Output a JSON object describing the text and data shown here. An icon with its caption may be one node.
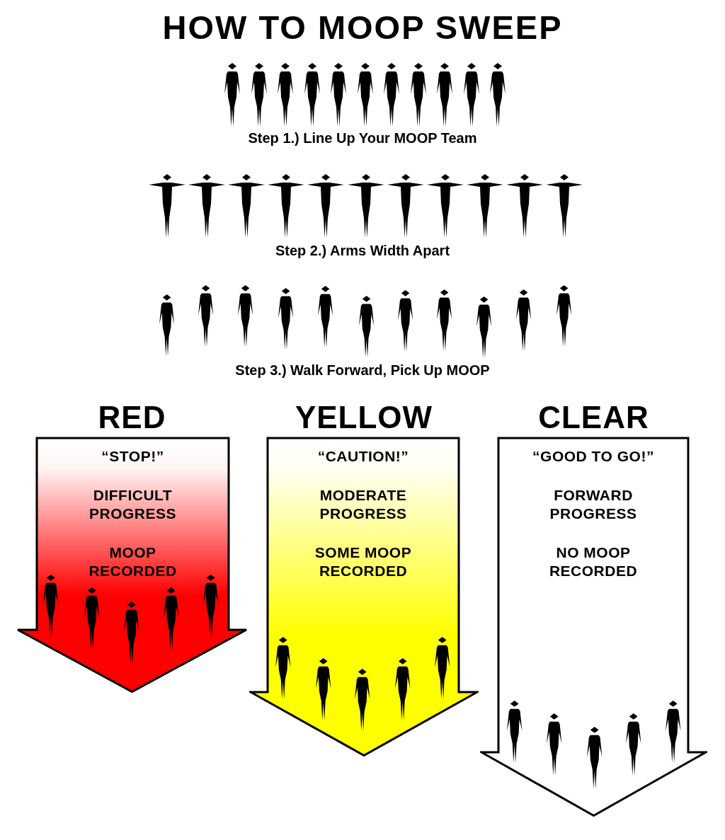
{
  "diagram": {
    "title": "HOW TO MOOP SWEEP",
    "nodes": [
      {
        "text": [
          "RED",
          "“STOP!”",
          "DIFFICULT PROGRESS",
          "MOOP RECORDED"
        ]
      },
      {
        "text": [
          "YELLOW",
          "“CAUTION!”",
          "MODERATE PROGRESS",
          "SOME MOOP RECORDED"
        ]
      },
      {
        "text": [
          "CLEAR",
          "“GOOD TO GO!”",
          "FORWARD PROGRESS",
          "NO MOOP RECORDED"
        ]
      }
    ],
    "labels": [
      "Step 1.) Line Up Your MOOP Team",
      "Step 2.) Arms Width Apart",
      "Step 3.) Walk Forward, Pick Up MOOP"
    ]
  }
}
